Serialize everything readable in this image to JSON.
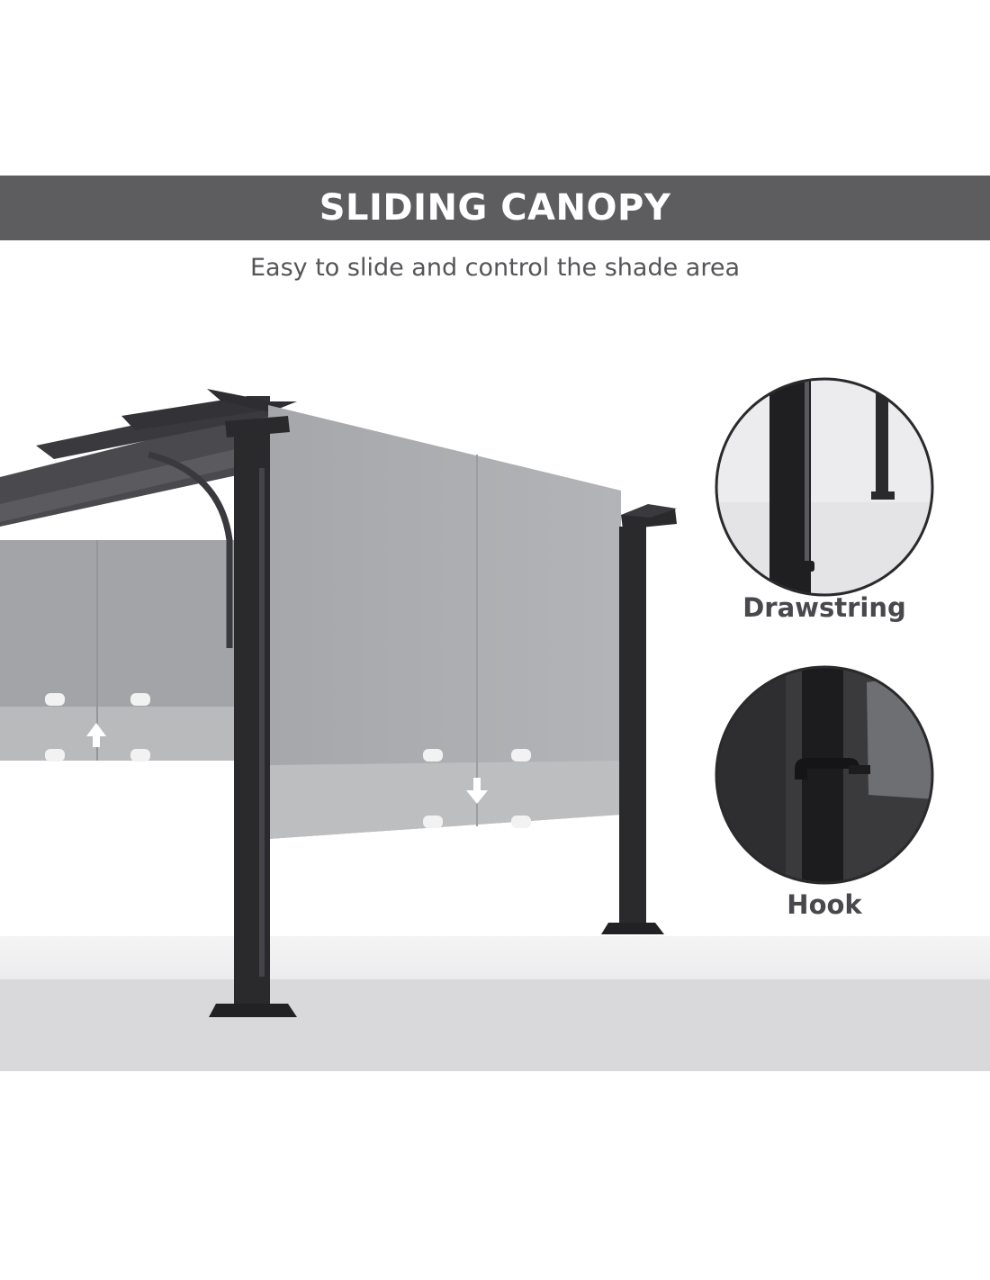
{
  "header": {
    "title": "SLIDING CANOPY",
    "subtitle": "Easy to slide and control the shade area"
  },
  "callouts": [
    {
      "label": "Drawstring",
      "icon": "drawstring-closeup"
    },
    {
      "label": "Hook",
      "icon": "hook-closeup"
    }
  ],
  "colors": {
    "banner": "#5d5d5f",
    "frame": "#2b2b2e",
    "canopy": "#a9aaad",
    "floor": "#dadadc"
  }
}
